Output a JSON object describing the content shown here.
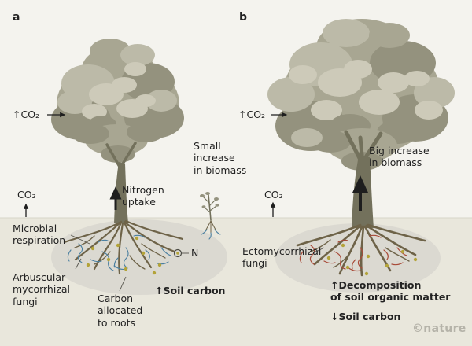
{
  "figure": {
    "credit": "©nature"
  },
  "panel_a": {
    "label": "a",
    "co2_elevated": "↑CO₂",
    "co2_flux": "CO₂",
    "microbial_respiration": "Microbial\nrespiration",
    "nitrogen_uptake": "Nitrogen\nuptake",
    "biomass": "Small\nincrease\nin biomass",
    "nitrogen_symbol": "N",
    "fungi": "Arbuscular\nmycorrhizal\nfungi",
    "carbon_allocated": "Carbon\nallocated\nto roots",
    "soil_carbon": "↑Soil carbon"
  },
  "panel_b": {
    "label": "b",
    "co2_elevated": "↑CO₂",
    "co2_flux": "CO₂",
    "biomass": "Big increase\nin biomass",
    "fungi": "Ectomycorrhizal\nfungi",
    "decomposition": "↑Decomposition\nof soil organic matter",
    "soil_carbon": "↓Soil carbon"
  },
  "colors": {
    "background_sky": "#f4f3ee",
    "background_soil": "#e9e7dc",
    "soil_patch": "#dbd9d1",
    "foliage_base": "#a8a692",
    "foliage_dark": "#94927e",
    "foliage_light": "#bcbaa8",
    "foliage_lighter": "#cdcab9",
    "trunk": "#73715c",
    "root": "#6e6348",
    "amf_blue": "#4a7fa0",
    "emf_red": "#a84a38",
    "nutrient_dot": "#b3a339",
    "text": "#222222"
  }
}
